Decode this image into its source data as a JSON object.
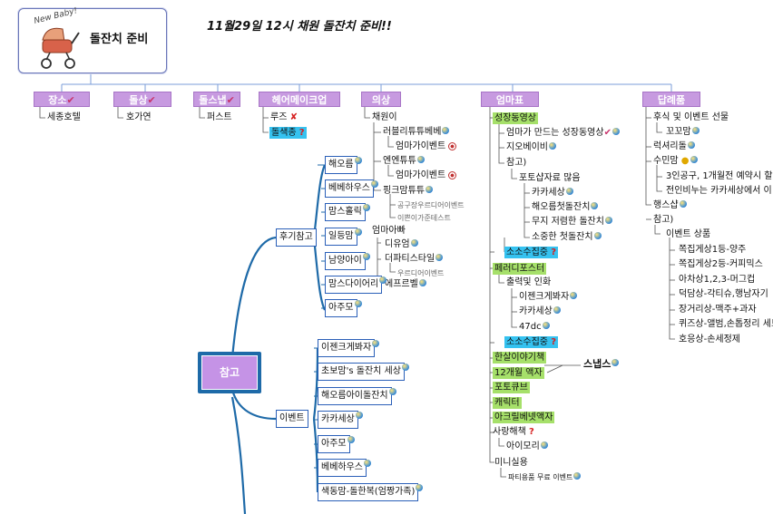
{
  "header": {
    "title": "돌잔치 준비",
    "logo_text": "New Baby!",
    "subtitle": "11월29일 12시 채원 돌잔치 준비!!"
  },
  "categories": {
    "place": {
      "label": "장소",
      "items": [
        "세종호텔"
      ]
    },
    "dress": {
      "label": "돌상",
      "items": [
        "호가연"
      ]
    },
    "snap": {
      "label": "돌스냅",
      "items": [
        "퍼스트"
      ]
    },
    "hairmakeup": {
      "label": "헤어메이크업",
      "items": [
        "루즈",
        "돌색종"
      ]
    },
    "clothing": {
      "label": "의상",
      "child": "채원이",
      "items": [
        "러블리튜튜베베",
        "엄마가이벤트",
        "엔엔튜튜",
        "엄마가이벤트",
        "핑크맘튜튜",
        "공구장우르디어이벤트",
        "이쁜이가준테스트",
        "엄마아빠",
        "디유엄",
        "더파티스타일",
        "우르디어이벤트",
        "에프르벨"
      ]
    },
    "performance": {
      "label": "엄마표",
      "items": [
        "성장동영상",
        "엄마가 만드는 성장동영상",
        "지오베이비",
        "참고)",
        "포토샵자료 많음",
        "카카세상",
        "해오름첫돌잔치",
        "무지 저렴한 돌잔치",
        "소중한 첫돌잔치",
        "소소수집중",
        "페러디포스터",
        "출력및 인화",
        "이젠크게봐자",
        "카카세상",
        "47dc",
        "소소수집중",
        "한살이야기책",
        "12개월 액자",
        "스냅스",
        "포토큐브",
        "캐릭터",
        "아크릴베넷액자",
        "사랑해책",
        "아이모리",
        "미니실용",
        "파티용품 무료 이벤트"
      ]
    },
    "gifts": {
      "label": "답례품",
      "items": [
        "후식 및 이벤트 선물",
        "꼬꼬맘",
        "럭셔리돌",
        "수민맘",
        "3인공구, 1개월전 예약시 할",
        "전인비누는 카카세상에서 이",
        "행스샵",
        "참고)",
        "이벤트 상품",
        "쪽집게상1등-양주",
        "쪽집게상2등-커피믹스",
        "아차상1,2,3-머그컵",
        "덕담상-각티슈,행남자기 ",
        "장거리상-맥주+과자",
        "퀴즈상-앨범,손톱정리 세트",
        "호응상-손세정제"
      ]
    }
  },
  "reference": {
    "label": "참고",
    "review_label": "후기참고",
    "review_items": [
      "해오름",
      "베베하우스",
      "맘스홀릭",
      "일등맘",
      "남양아이",
      "맘스다이어리",
      "아주모"
    ],
    "event_label": "이벤트",
    "event_items": [
      "이젠크게봐자",
      "초보맘's 돌잔치 세상",
      "해오름아이돌잔치",
      "카카세상",
      "아주모",
      "베베하우스",
      "색동맘-돌한복(엄짱가족)"
    ]
  }
}
